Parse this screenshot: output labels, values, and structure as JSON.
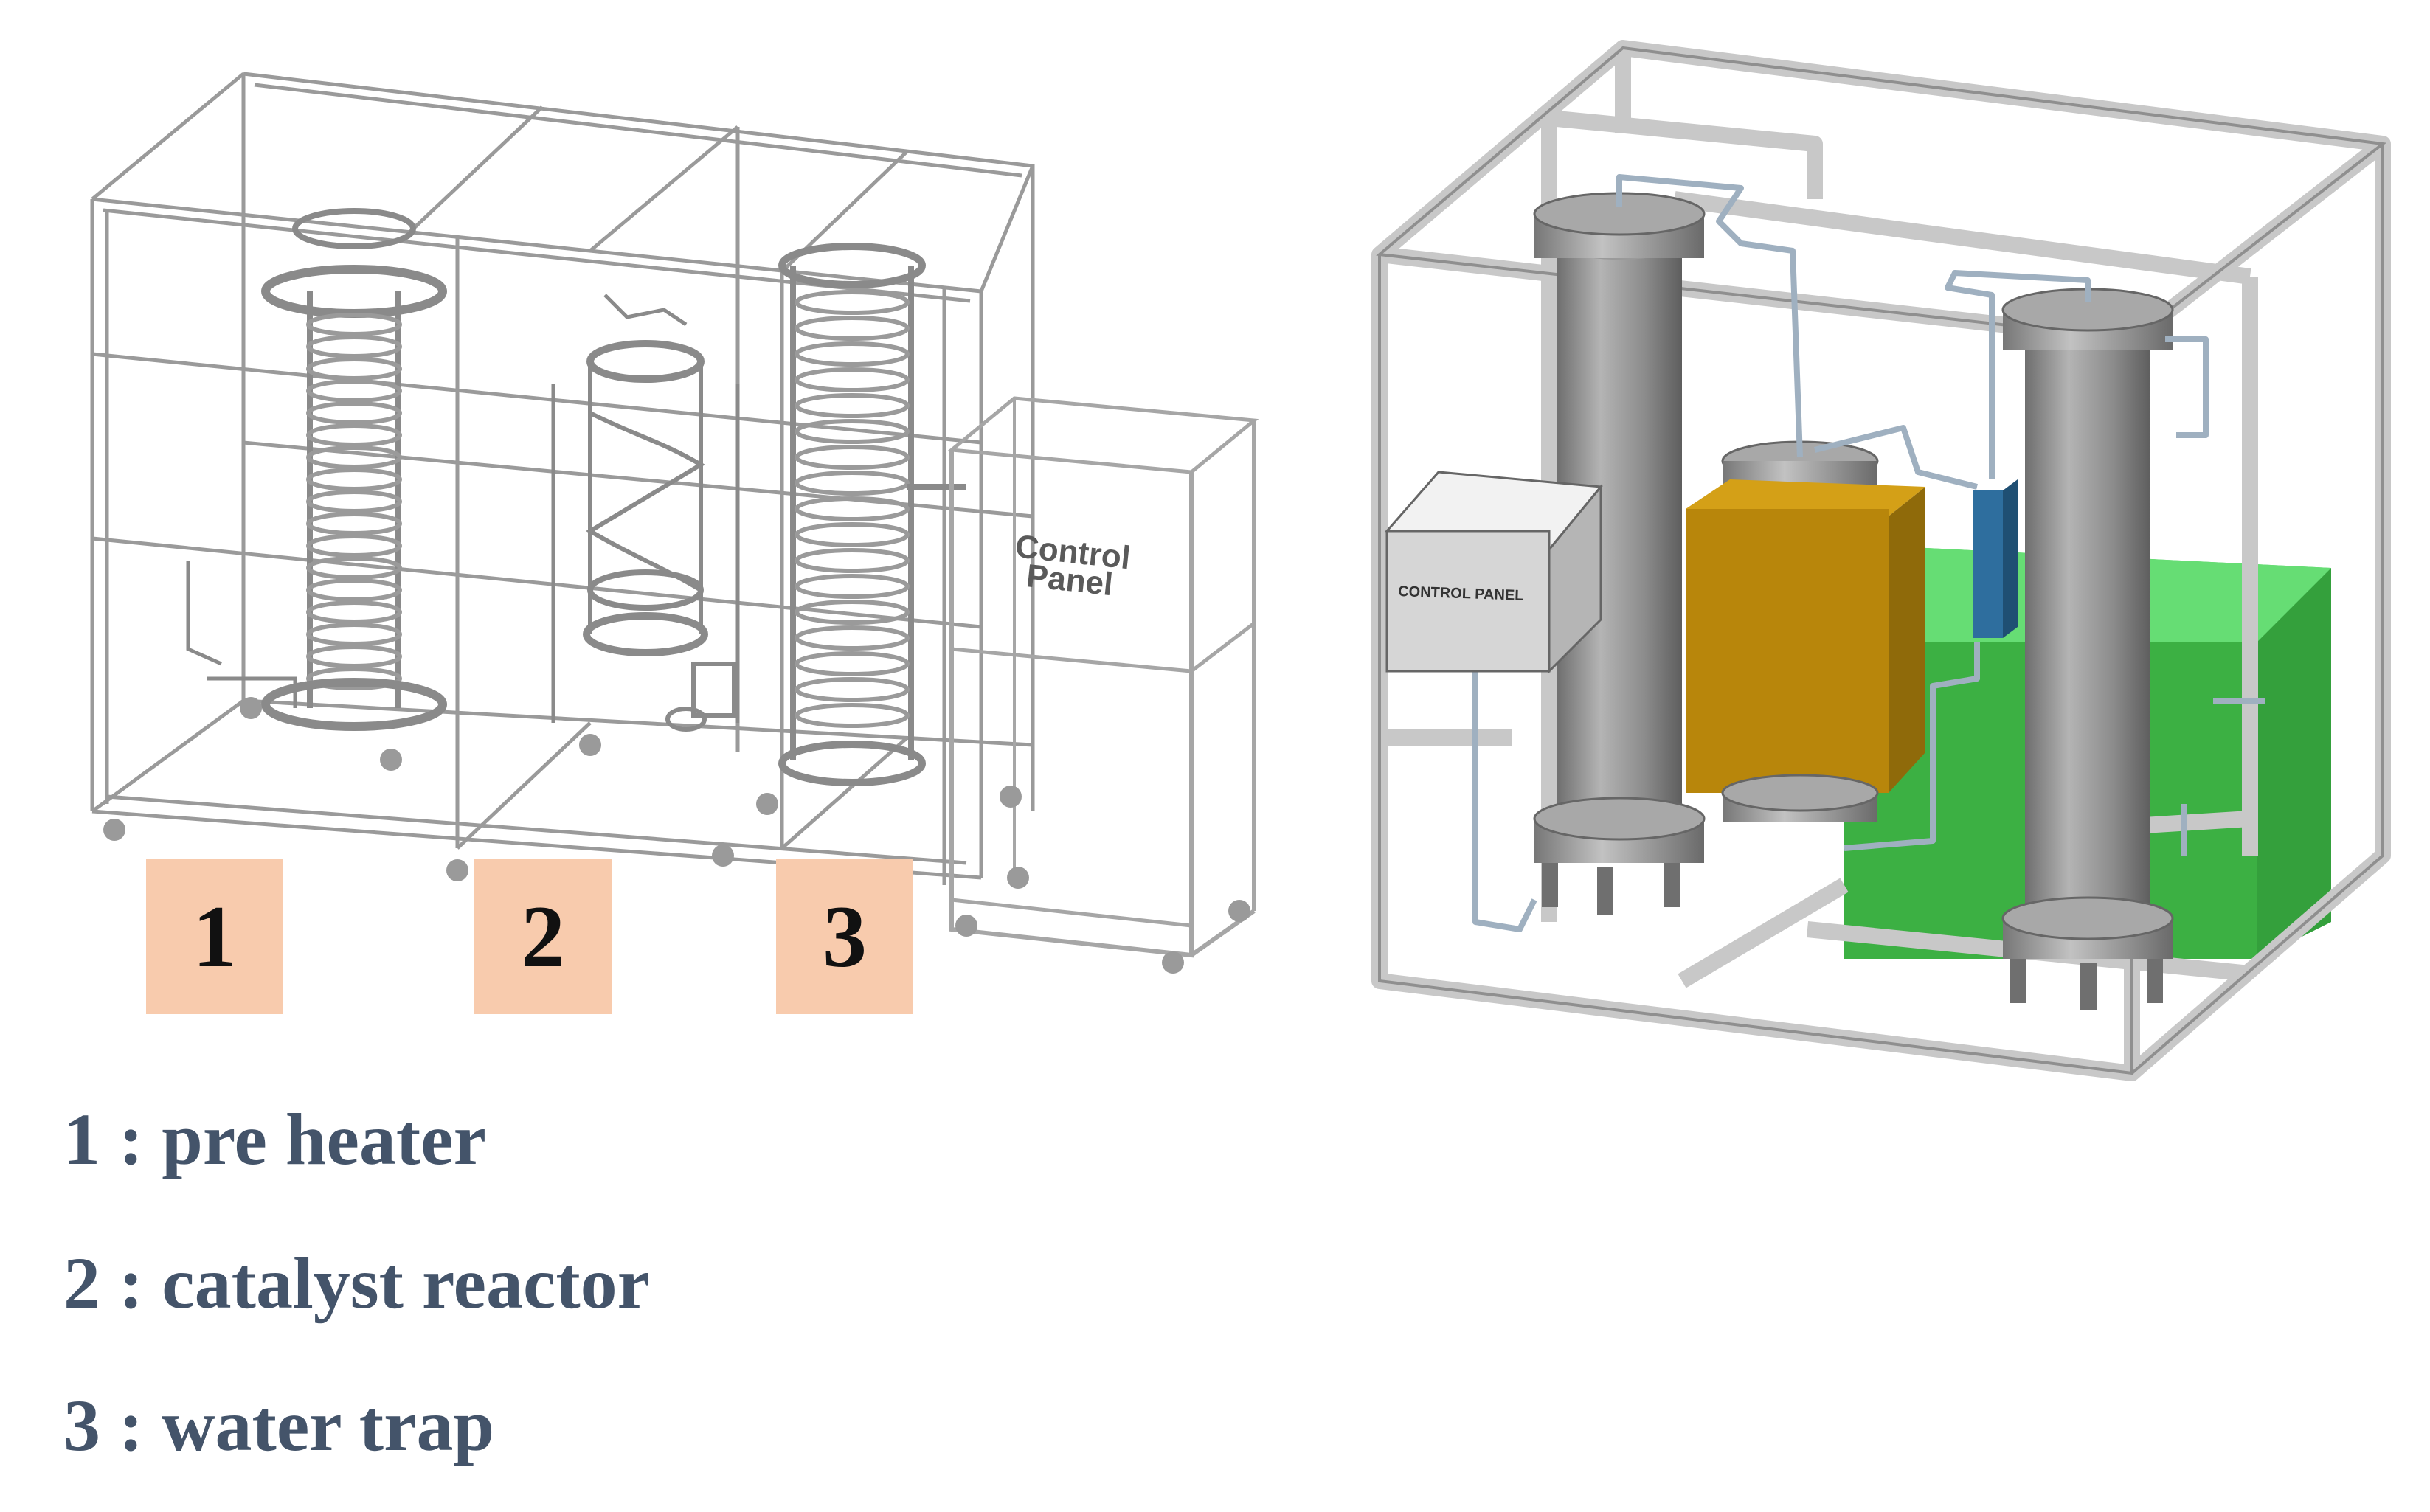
{
  "left_view": {
    "control_panel_label_line1": "Control",
    "control_panel_label_line2": "Panel",
    "markers": [
      {
        "label": "1",
        "color": "#f8cbad"
      },
      {
        "label": "2",
        "color": "#f8cbad"
      },
      {
        "label": "3",
        "color": "#f8cbad"
      }
    ]
  },
  "right_view": {
    "control_panel_label": "CONTROL PANEL",
    "colors": {
      "frame": "#c8c8c8",
      "column": "#8a8a8a",
      "heater_box": "#b8860b",
      "tank": "#3cb043",
      "heat_exchanger": "#2e6e9e"
    }
  },
  "legend": [
    {
      "number": "1",
      "separator": ":",
      "text": "pre heater"
    },
    {
      "number": "2",
      "separator": ":",
      "text": "catalyst reactor"
    },
    {
      "number": "3",
      "separator": ":",
      "text": "water trap"
    }
  ],
  "legend_text": {
    "line1": "1 : pre heater",
    "line2": "2 : catalyst reactor",
    "line3": "3 : water trap"
  },
  "text_color": "#44546a"
}
